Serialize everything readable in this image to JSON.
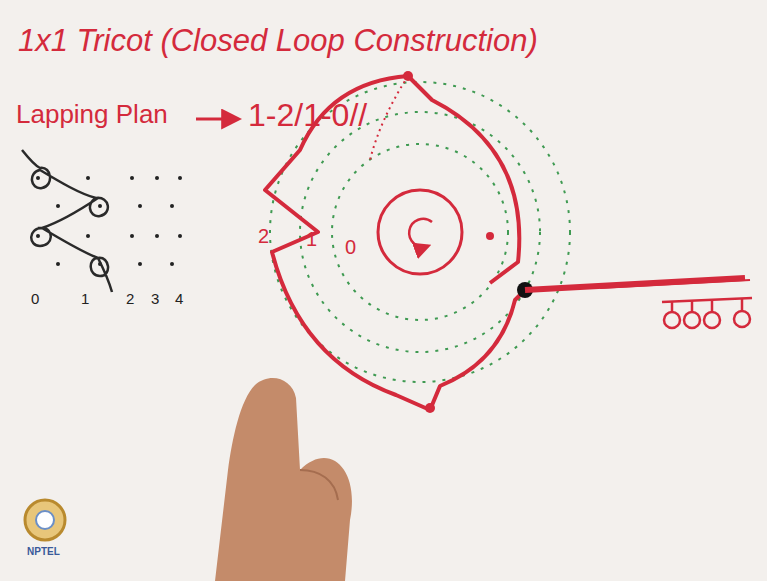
{
  "diagram": {
    "title": "1x1 Tricot (Closed Loop Construction)",
    "labels": [
      "Lapping Plan",
      "1-2/1-0//",
      "0",
      "1",
      "2",
      "3",
      "4",
      "2",
      "1",
      "0",
      "NPTEL"
    ]
  }
}
